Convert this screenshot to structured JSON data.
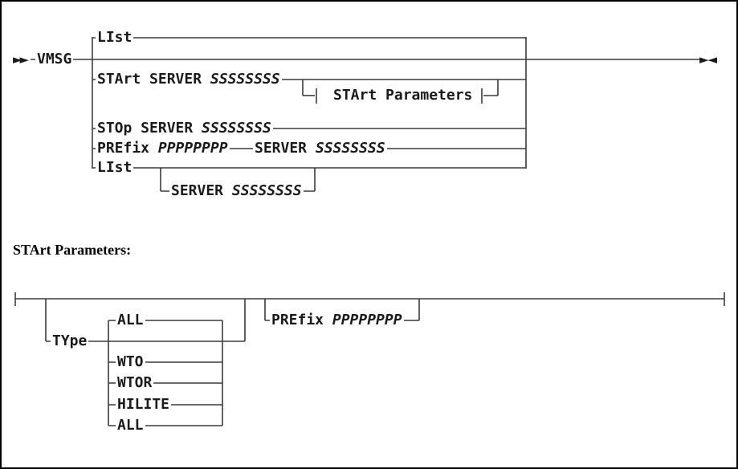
{
  "window": {
    "background": "#ffffff",
    "border_color": "#000000",
    "rail_color": "#3c3c3c"
  },
  "syntax_diagram": {
    "start_symbol": "►►",
    "end_symbol": "►◄",
    "command": "VMSG",
    "option_list_default": "LIst",
    "option_start": {
      "keywords": "STArt SERVER ",
      "variable": "SSSSSSSS"
    },
    "fragment_reference": "STArt Parameters",
    "option_stop": {
      "keywords": "STOp SERVER ",
      "variable": "SSSSSSSS"
    },
    "option_prefix": {
      "keywords": "PREfix ",
      "variable": "PPPPPPPP"
    },
    "option_prefix_server": {
      "keywords": "SERVER ",
      "variable": "SSSSSSSS"
    },
    "option_list": "LIst",
    "option_list_server": {
      "keywords": "SERVER ",
      "variable": "SSSSSSSS"
    }
  },
  "fragment_section": {
    "heading": "STArt Parameters:",
    "type_keyword": "TYpe",
    "type_options": [
      "ALL",
      "WTO",
      "WTOR",
      "HILITE",
      "ALL"
    ],
    "prefix_option": {
      "keywords": "PREfix ",
      "variable": "PPPPPPPP"
    }
  }
}
